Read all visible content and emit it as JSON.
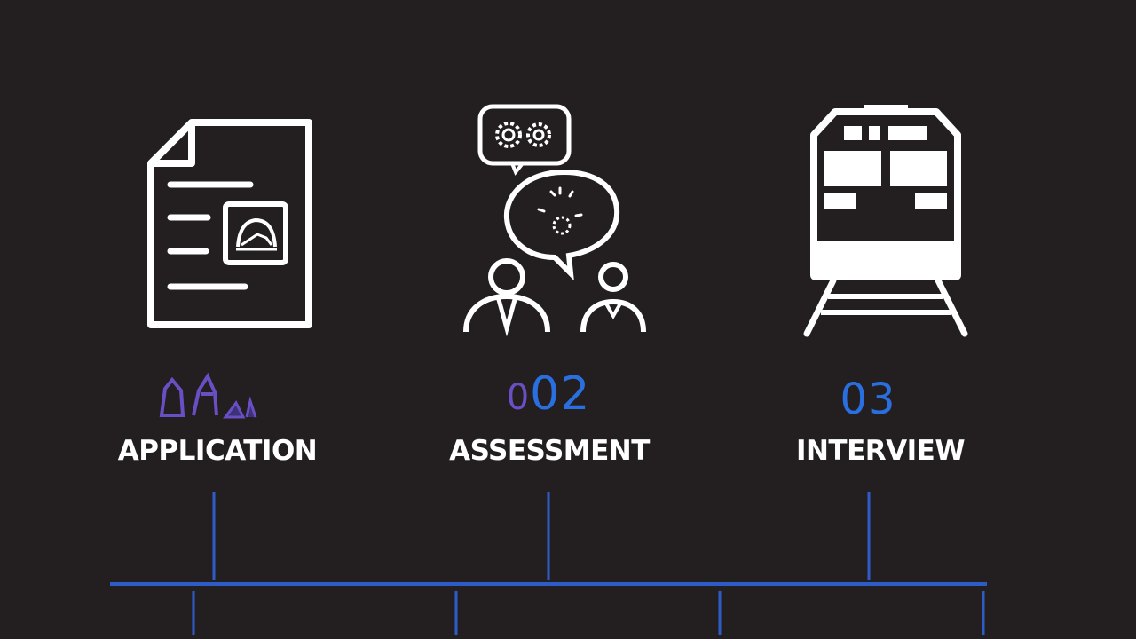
{
  "steps": [
    {
      "number_prefix": "",
      "number": "",
      "label": "APPLICATION",
      "icon": "document-icon"
    },
    {
      "number_prefix": "0",
      "number": "02",
      "label": "ASSESSMENT",
      "icon": "discussion-icon"
    },
    {
      "number_prefix": "",
      "number": "03",
      "label": "INTERVIEW",
      "icon": "train-icon"
    }
  ],
  "colors": {
    "background": "#231f20",
    "accent_blue": "#2a6fe0",
    "accent_purple": "#6a4fc4",
    "text": "#ffffff"
  }
}
